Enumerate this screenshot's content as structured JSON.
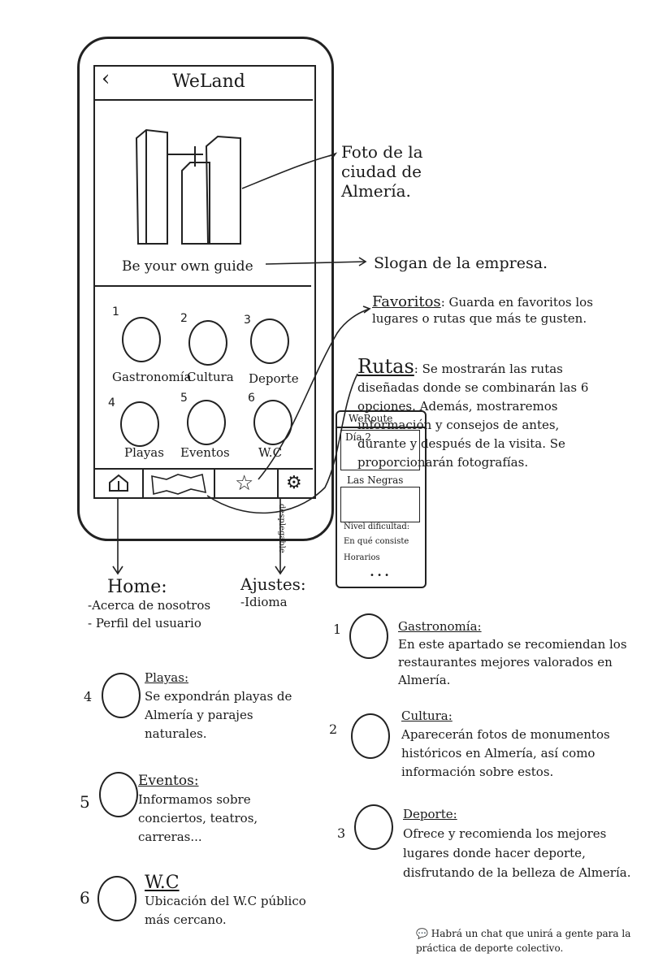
{
  "app": {
    "title": "WeLand",
    "back_glyph": "‹",
    "slogan": "Be your own guide"
  },
  "grid": [
    {
      "num": "1",
      "label": "Gastronomía",
      "icon": "cutlery-icon"
    },
    {
      "num": "2",
      "label": "Cultura",
      "icon": "monument-icon"
    },
    {
      "num": "3",
      "label": "Deporte",
      "icon": "sports-icon"
    },
    {
      "num": "4",
      "label": "Playas",
      "icon": "beach-icon"
    },
    {
      "num": "5",
      "label": "Eventos",
      "icon": "calendar-icon"
    },
    {
      "num": "6",
      "label": "W.C",
      "icon": "toilet-icon"
    }
  ],
  "tabs": [
    "home-icon",
    "map-icon",
    "star-icon",
    "gear-icon"
  ],
  "annotations": {
    "photo": "Foto de la ciudad de Almería.",
    "slogan": "Slogan de la empresa.",
    "favoritos_title": "Favoritos",
    "favoritos_text": ": Guarda en favoritos los lugares o rutas que más te gusten.",
    "rutas_title": "Rutas",
    "rutas_text": ": Se mostrarán las rutas diseñadas donde se combinarán las 6 opciones. Además, mostraremos información y consejos de antes, durante y después de la visita. Se proporcionarán fotografías.",
    "home_title": "Home:",
    "home_items": [
      "-Acerca de nosotros",
      "- Perfil del usuario"
    ],
    "ajustes_title": "Ajustes:",
    "ajustes_items": [
      "-Idioma"
    ]
  },
  "route_card": {
    "title": "WeRoute",
    "day": "Día 2",
    "place": "Las Negras",
    "side_label": "desplegable",
    "lines": [
      "Nivel dificultad:",
      "En qué consiste",
      "Horarios"
    ],
    "dots": "• • •"
  },
  "sections": {
    "gastronomia": {
      "num": "1",
      "title": "Gastronomía:",
      "text": "En este apartado se recomiendan los restaurantes mejores valorados en Almería."
    },
    "cultura": {
      "num": "2",
      "title": "Cultura:",
      "text": "Aparecerán fotos de monumentos históricos en Almería, así como información sobre estos."
    },
    "deporte": {
      "num": "3",
      "title": "Deporte:",
      "text": "Ofrece y recomienda los mejores lugares donde hacer deporte, disfrutando de la belleza de Almería.",
      "chat": "Habrá un chat que unirá a gente para la práctica de deporte colectivo."
    },
    "playas": {
      "num": "4",
      "title": "Playas:",
      "text": "Se expondrán playas de Almería y parajes naturales."
    },
    "eventos": {
      "num": "5",
      "title": "Eventos:",
      "text": "Informamos sobre conciertos, teatros, carreras..."
    },
    "wc": {
      "num": "6",
      "title": "W.C",
      "text": "Ubicación del W.C público más cercano."
    }
  }
}
